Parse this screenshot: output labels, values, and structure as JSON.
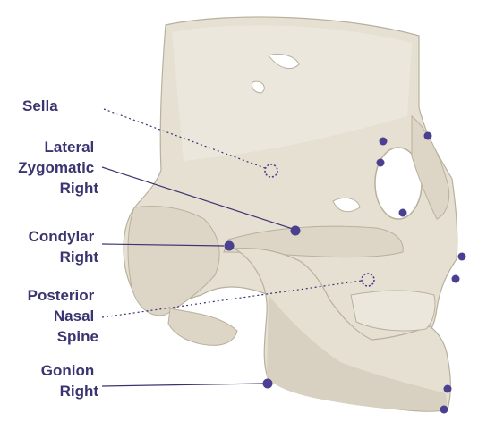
{
  "colors": {
    "label_text": "#3a3470",
    "leader_line": "#3a3470",
    "landmark_dot": "#4b3f8f",
    "bone_fill": "#e6e0d3",
    "bone_shadow": "#c9c1b0",
    "background": "#ffffff"
  },
  "labels": {
    "sella": [
      "Sella"
    ],
    "lateral_zygomatic_right": [
      "Lateral",
      "Zygomatic",
      "Right"
    ],
    "condylar_right": [
      "Condylar",
      "Right"
    ],
    "posterior_nasal_spine": [
      "Posterior",
      "Nasal",
      "Spine"
    ],
    "gonion_right": [
      "Gonion",
      "Right"
    ]
  },
  "landmark_styles": {
    "sella": "dotted-hollow",
    "lateral_zygomatic_right": "solid",
    "condylar_right": "solid",
    "posterior_nasal_spine": "dotted-hollow",
    "gonion_right": "solid"
  }
}
